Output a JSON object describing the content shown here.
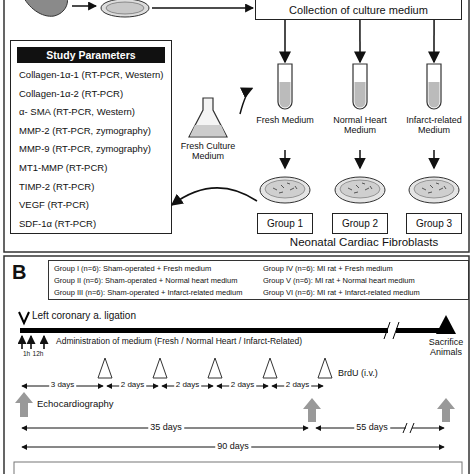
{
  "diagram": {
    "nodes": [
      {
        "text": [
          "Collection of culture medium"
        ]
      },
      {
        "text": [
          "Fresh Medium"
        ]
      },
      {
        "text": [
          "Normal Heart Medium"
        ]
      },
      {
        "text": [
          "Infarct-related Medium"
        ]
      },
      {
        "text": [
          "Group 1"
        ]
      },
      {
        "text": [
          "Group 2"
        ]
      },
      {
        "text": [
          "Group 3"
        ]
      },
      {
        "text": [
          "Study Parameters",
          "Collagen-1α-1 (RT-PCR, Western)",
          "Collagen-1α-2 (RT-PCR)",
          "α- SMA (RT-PCR, Western)",
          "MMP-2 (RT-PCR, zymography)",
          "MMP-9 (RT-PCR, zymography)",
          "MT1-MMP (RT-PCR)",
          "TIMP-2 (RT-PCR)",
          "VEGF (RT-PCR)",
          "SDF-1α (RT-PCR)"
        ]
      },
      {
        "text": [
          "Fresh Culture Medium"
        ]
      },
      {
        "text": [
          "Group I (n=6): Sham-operated + Fresh medium",
          "Group IV (n=6): MI rat + Fresh medium",
          "Group II (n=6): Sham-operated + Normal heart medium",
          "Group V (n=6): MI rat + Normal heart medium",
          "Group III (n=6): Sham-operated + Infarct-related medium",
          "Group VI (n=6): MI rat + Infarct-related medium"
        ]
      }
    ],
    "edges": [
      {
        "from": 0,
        "to": 1,
        "arrow": "to"
      },
      {
        "from": 0,
        "to": 2,
        "arrow": "to"
      },
      {
        "from": 0,
        "to": 3,
        "arrow": "to"
      },
      {
        "from": 8,
        "to": 1,
        "arrow": "to"
      },
      {
        "from": 1,
        "to": 4,
        "arrow": "to"
      },
      {
        "from": 2,
        "to": 5,
        "arrow": "to"
      },
      {
        "from": 3,
        "to": 6,
        "arrow": "to"
      },
      {
        "from": 4,
        "to": 7,
        "arrow": "to"
      }
    ],
    "labels": [
      "Neonatal Cardiac Fibroblasts",
      "B",
      "Left coronary a. ligation",
      "Administration of medium (Fresh / Normal Heart / Infarct-Related)",
      "1h",
      "12h",
      "3 days",
      "2 days",
      "2 days",
      "2 days",
      "2 days",
      "BrdU (i.v.)",
      "Sacrifice Animals",
      "Echocardiography",
      "35 days",
      "90 days",
      "55 days"
    ]
  }
}
